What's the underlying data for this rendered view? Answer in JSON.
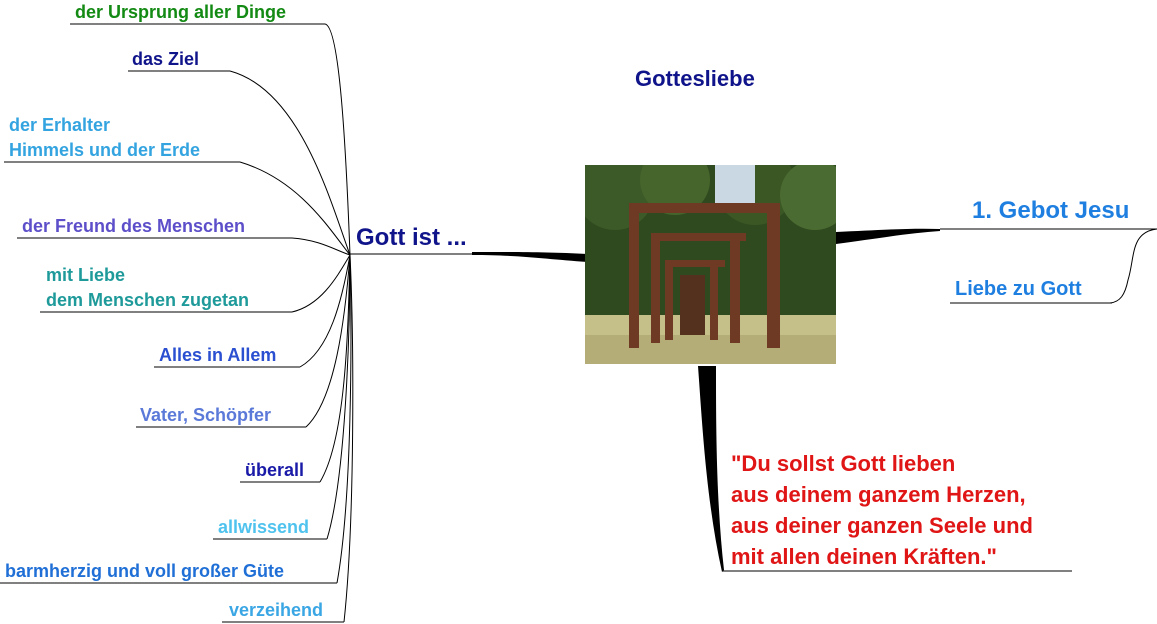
{
  "title": "Gottesliebe",
  "hub": "Gott ist ...",
  "attributes": [
    {
      "lines": [
        "der Ursprung aller Dinge"
      ],
      "color": "#138a13"
    },
    {
      "lines": [
        "das Ziel"
      ],
      "color": "#10148a"
    },
    {
      "lines": [
        "der Erhalter",
        "Himmels und der Erde"
      ],
      "color": "#34a4e0"
    },
    {
      "lines": [
        "der Freund des Menschen"
      ],
      "color": "#5c4fc9"
    },
    {
      "lines": [
        "mit Liebe",
        "dem Menschen zugetan"
      ],
      "color": "#1f9a9a"
    },
    {
      "lines": [
        "Alles in Allem"
      ],
      "color": "#2a4fd0"
    },
    {
      "lines": [
        "Vater, Schöpfer"
      ],
      "color": "#5b79d8"
    },
    {
      "lines": [
        "überall"
      ],
      "color": "#1a1aa8"
    },
    {
      "lines": [
        "allwissend"
      ],
      "color": "#4fc3ee"
    },
    {
      "lines": [
        "barmherzig und voll großer Güte"
      ],
      "color": "#1f6fd6"
    },
    {
      "lines": [
        "verzeihend"
      ],
      "color": "#3aa6e4"
    }
  ],
  "gebot": {
    "label": "1. Gebot Jesu",
    "sub": "Liebe zu Gott"
  },
  "quote": [
    "\"Du sollst Gott lieben",
    "aus deinem ganzem Herzen,",
    "aus deiner ganzen Seele und",
    "mit allen deinen Kräften.\""
  ],
  "colors": {
    "title": "#10148a",
    "hub": "#10148a",
    "gebot": "#1f7fe0",
    "quote": "#e01515",
    "lines": "#000000"
  },
  "image": {
    "icon": "steel-gate-sculpture-photo"
  }
}
